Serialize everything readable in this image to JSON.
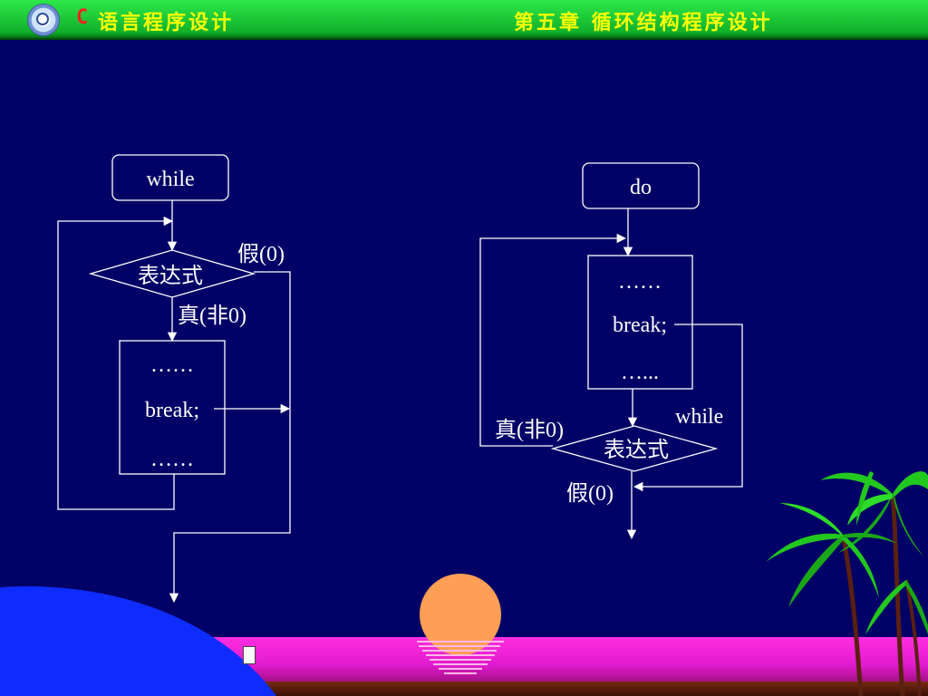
{
  "header": {
    "course_prefix": "C",
    "course_title": "语言程序设计",
    "chapter_title": "第五章  循环结构程序设计",
    "logo_icon": "university-seal-icon",
    "colors": {
      "bar": "#1ccf3a",
      "title": "#ffff00",
      "prefix": "#ff2020"
    }
  },
  "background": {
    "color": "#000066",
    "decoration": "sunset-with-palm-trees"
  },
  "left_flowchart": {
    "start_label": "while",
    "condition_label": "表达式",
    "false_label": "假(0)",
    "true_label": "真(非0)",
    "body_lines": [
      "……",
      "break;",
      "……"
    ]
  },
  "right_flowchart": {
    "start_label": "do",
    "body_lines": [
      "……",
      "break;",
      "…..."
    ],
    "while_label": "while",
    "condition_label": "表达式",
    "true_label": "真(非0)",
    "false_label": "假(0)"
  }
}
